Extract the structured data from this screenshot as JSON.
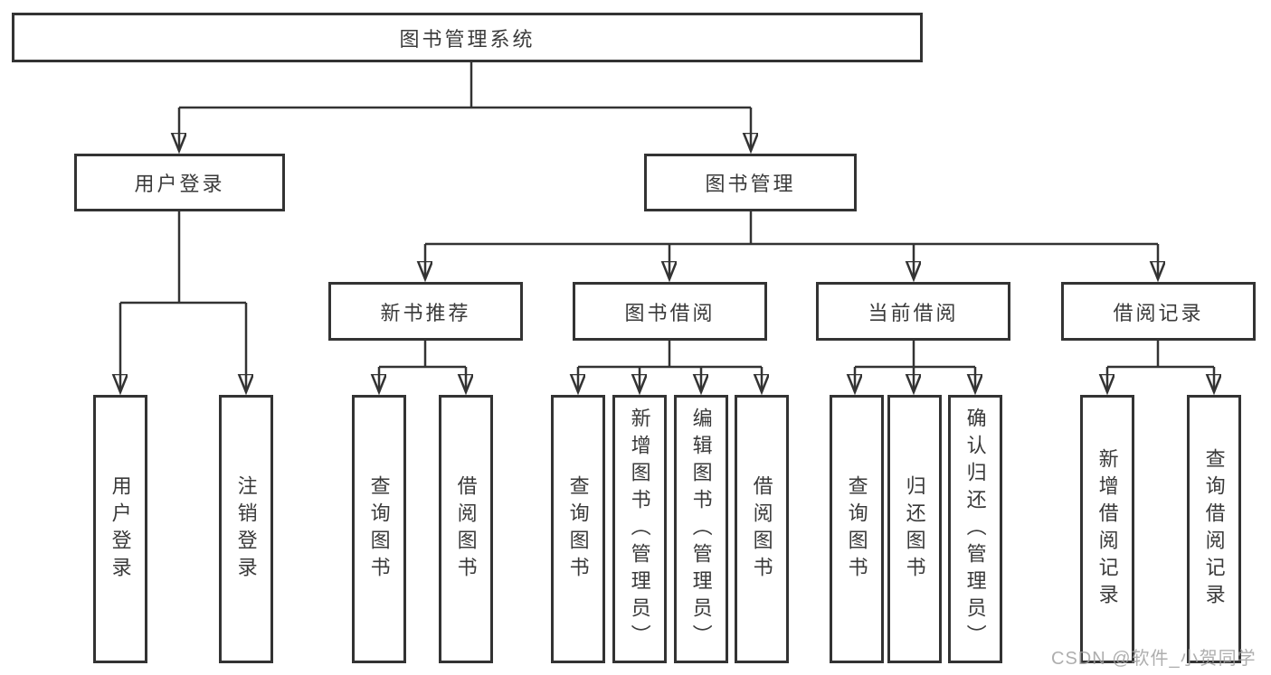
{
  "diagram": {
    "type": "hierarchy-tree",
    "title": "图书管理系统",
    "colors": {
      "line": "#333333",
      "text": "#3a3a3a",
      "background": "#ffffff",
      "watermark": "#a0a0a0"
    },
    "nodes": {
      "root": {
        "label": "图书管理系统"
      },
      "level2": [
        {
          "label": "用户登录",
          "parent": "图书管理系统"
        },
        {
          "label": "图书管理",
          "parent": "图书管理系统"
        }
      ],
      "level3": [
        {
          "label": "新书推荐",
          "parent": "图书管理"
        },
        {
          "label": "图书借阅",
          "parent": "图书管理"
        },
        {
          "label": "当前借阅",
          "parent": "图书管理"
        },
        {
          "label": "借阅记录",
          "parent": "图书管理"
        }
      ],
      "level4": [
        {
          "label": "用户登录",
          "parent": "用户登录"
        },
        {
          "label": "注销登录",
          "parent": "用户登录"
        },
        {
          "label": "查询图书",
          "parent": "新书推荐"
        },
        {
          "label": "借阅图书",
          "parent": "新书推荐"
        },
        {
          "label": "查询图书",
          "parent": "图书借阅"
        },
        {
          "label": "新增图书（管理员）",
          "parent": "图书借阅"
        },
        {
          "label": "编辑图书（管理员）",
          "parent": "图书借阅"
        },
        {
          "label": "借阅图书",
          "parent": "图书借阅"
        },
        {
          "label": "查询图书",
          "parent": "当前借阅"
        },
        {
          "label": "归还图书",
          "parent": "当前借阅"
        },
        {
          "label": "确认归还（管理员）",
          "parent": "当前借阅"
        },
        {
          "label": "新增借阅记录",
          "parent": "借阅记录"
        },
        {
          "label": "查询借阅记录",
          "parent": "借阅记录"
        }
      ]
    }
  },
  "watermark": "CSDN @软件_小贺同学"
}
